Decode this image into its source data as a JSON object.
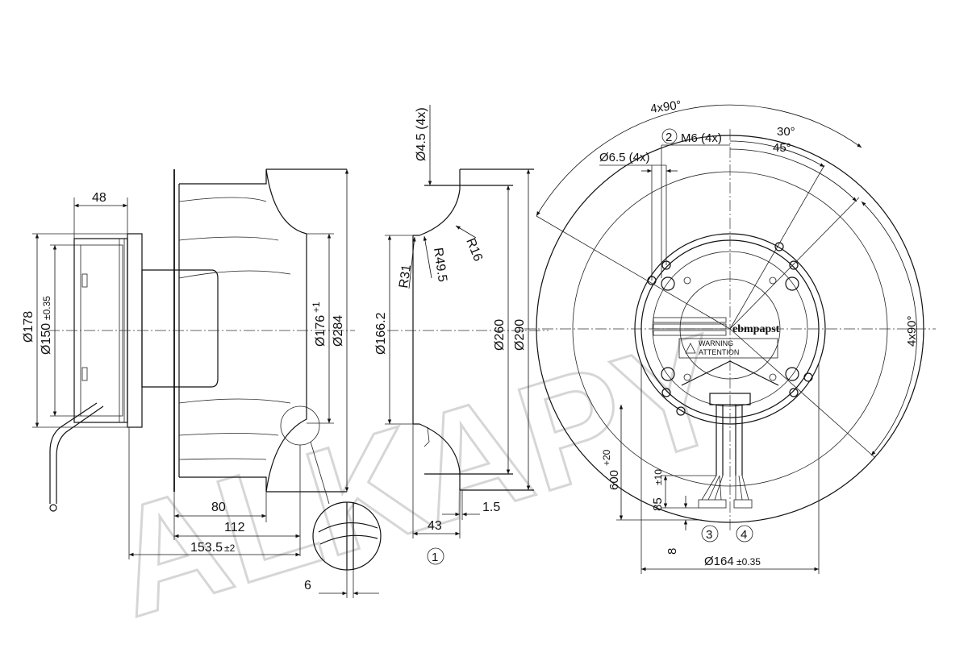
{
  "side_view": {
    "dim_48": "48",
    "dim_d178": "Ø178",
    "dim_d150": "Ø150",
    "dim_d150_tol": "±0.35",
    "dim_d176": "Ø176",
    "dim_d176_tol": "+1",
    "dim_d284": "Ø284",
    "dim_80": "80",
    "dim_112": "112",
    "dim_153": "153.5",
    "dim_153_tol": "±2",
    "dim_6": "6"
  },
  "section_view": {
    "dim_hole": "Ø4.5 (4x)",
    "dim_r16": "R16",
    "dim_r49": "R49.5",
    "dim_r31": "R31",
    "dim_d166": "Ø166.2",
    "dim_d260": "Ø260",
    "dim_d290": "Ø290",
    "dim_43": "43",
    "dim_1_5": "1.5",
    "callout_1": "1"
  },
  "front_view": {
    "angle_top": "4x90°",
    "angle_right": "4x90°",
    "callout_2": "2",
    "thread": "M6 (4x)",
    "angle_30": "30°",
    "angle_45": "45°",
    "dim_hole": "Ø6.5 (4x)",
    "brand": "ebmpapst",
    "label_warning": "WARNING",
    "label_attention": "ATTENTION",
    "dim_600": "600",
    "dim_600_tol": "+20",
    "dim_85": "85",
    "dim_85_tol": "±10",
    "dim_8": "8",
    "callout_3": "3",
    "callout_4": "4",
    "dim_d164": "Ø164",
    "dim_d164_tol": "±0.35"
  },
  "watermark": "ALKAPY"
}
